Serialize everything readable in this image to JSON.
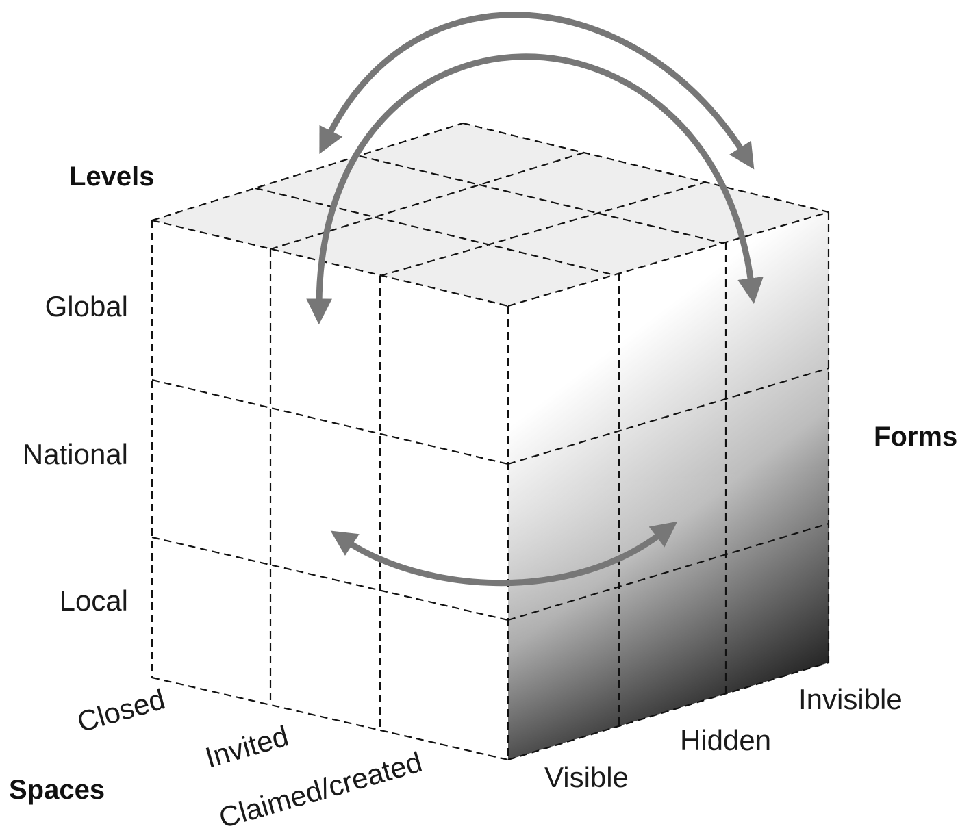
{
  "labels": {
    "levels": "Levels",
    "forms": "Forms",
    "spaces": "Spaces"
  },
  "levels": [
    "Global",
    "National",
    "Local"
  ],
  "spaces": [
    "Closed",
    "Invited",
    "Claimed/created"
  ],
  "forms": [
    "Visible",
    "Hidden",
    "Invisible"
  ],
  "colors": {
    "top_face": "#eeeeee",
    "front_face": "#ffffff",
    "right_face_light": "#ffffff",
    "right_face_dark": "#111111",
    "arrow": "#777777",
    "edge": "#111111"
  }
}
